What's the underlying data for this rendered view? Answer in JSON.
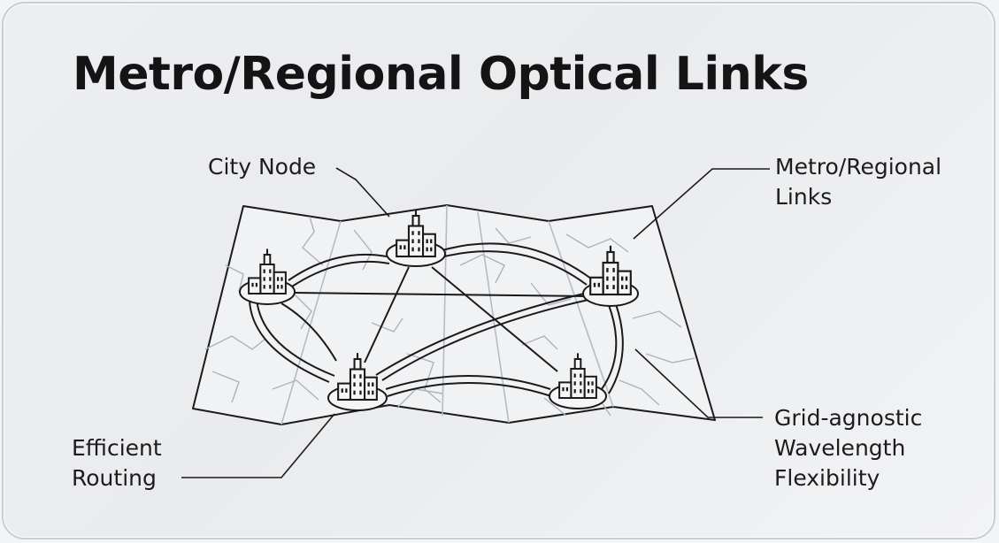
{
  "title": "Metro/Regional Optical Links",
  "labels": {
    "city_node": "City Node",
    "metro_links": "Metro/Regional\nLinks",
    "efficient_routing": "Efficient\nRouting",
    "grid_agnostic": "Grid-agnostic\nWavelength\nFlexibility"
  },
  "colors": {
    "ink": "#1a1a1a",
    "card": "#eceef1",
    "border": "#c9ccd1"
  }
}
